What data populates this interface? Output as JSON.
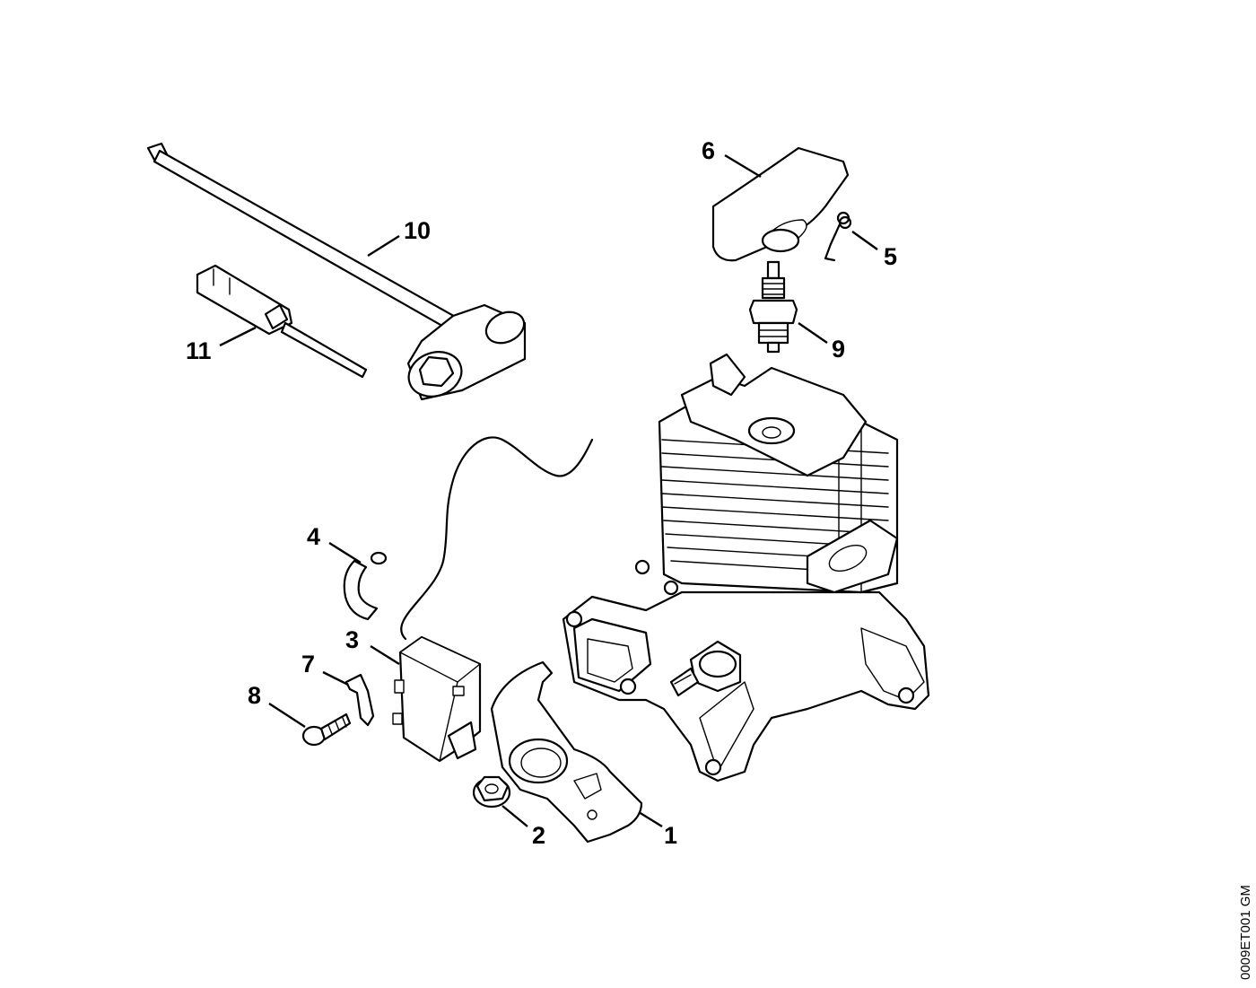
{
  "diagram": {
    "callouts": [
      {
        "id": "1",
        "label": "1",
        "part": "ignition-module-shroud"
      },
      {
        "id": "2",
        "label": "2",
        "part": "collar-nut"
      },
      {
        "id": "3",
        "label": "3",
        "part": "ignition-module"
      },
      {
        "id": "4",
        "label": "4",
        "part": "spark-plug-lead-boot"
      },
      {
        "id": "5",
        "label": "5",
        "part": "leg-spring"
      },
      {
        "id": "6",
        "label": "6",
        "part": "spark-plug-terminal-cap"
      },
      {
        "id": "7",
        "label": "7",
        "part": "short-circuit-contact"
      },
      {
        "id": "8",
        "label": "8",
        "part": "screw"
      },
      {
        "id": "9",
        "label": "9",
        "part": "spark-plug"
      },
      {
        "id": "10",
        "label": "10",
        "part": "combination-wrench"
      },
      {
        "id": "11",
        "label": "11",
        "part": "screwdriver"
      }
    ],
    "drawing_code": "0009ET001 GM",
    "line_color": "#000000",
    "background_color": "#ffffff"
  }
}
